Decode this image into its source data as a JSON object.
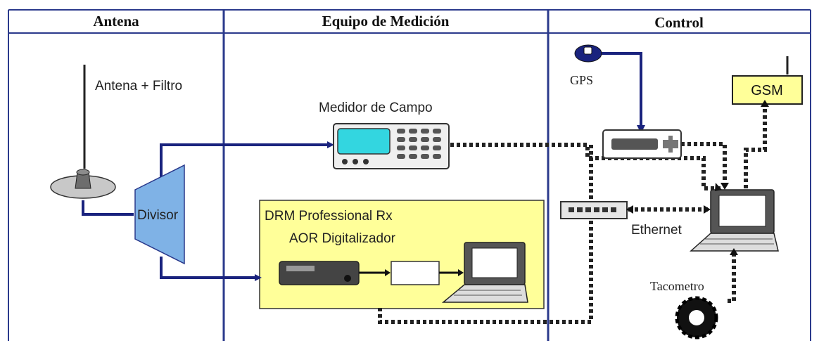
{
  "columns": {
    "antenna": "Antena",
    "measurement": "Equipo de Medición",
    "control": "Control"
  },
  "labels": {
    "antenna_filter": "Antena + Filtro",
    "field_meter": "Medidor de Campo",
    "splitter": "Divisor",
    "drm_receiver": "DRM Professional Rx",
    "digitizer": "AOR Digitalizador",
    "gps": "GPS",
    "gsm": "GSM",
    "ethernet": "Ethernet",
    "tachometer": "Tacometro"
  },
  "colors": {
    "header_line": "#2b3a8c",
    "signal_line": "#1a237e",
    "highlight_box": "#ffff99",
    "splitter_fill": "#7fb2e6",
    "screen_fill": "#33d6e0"
  }
}
